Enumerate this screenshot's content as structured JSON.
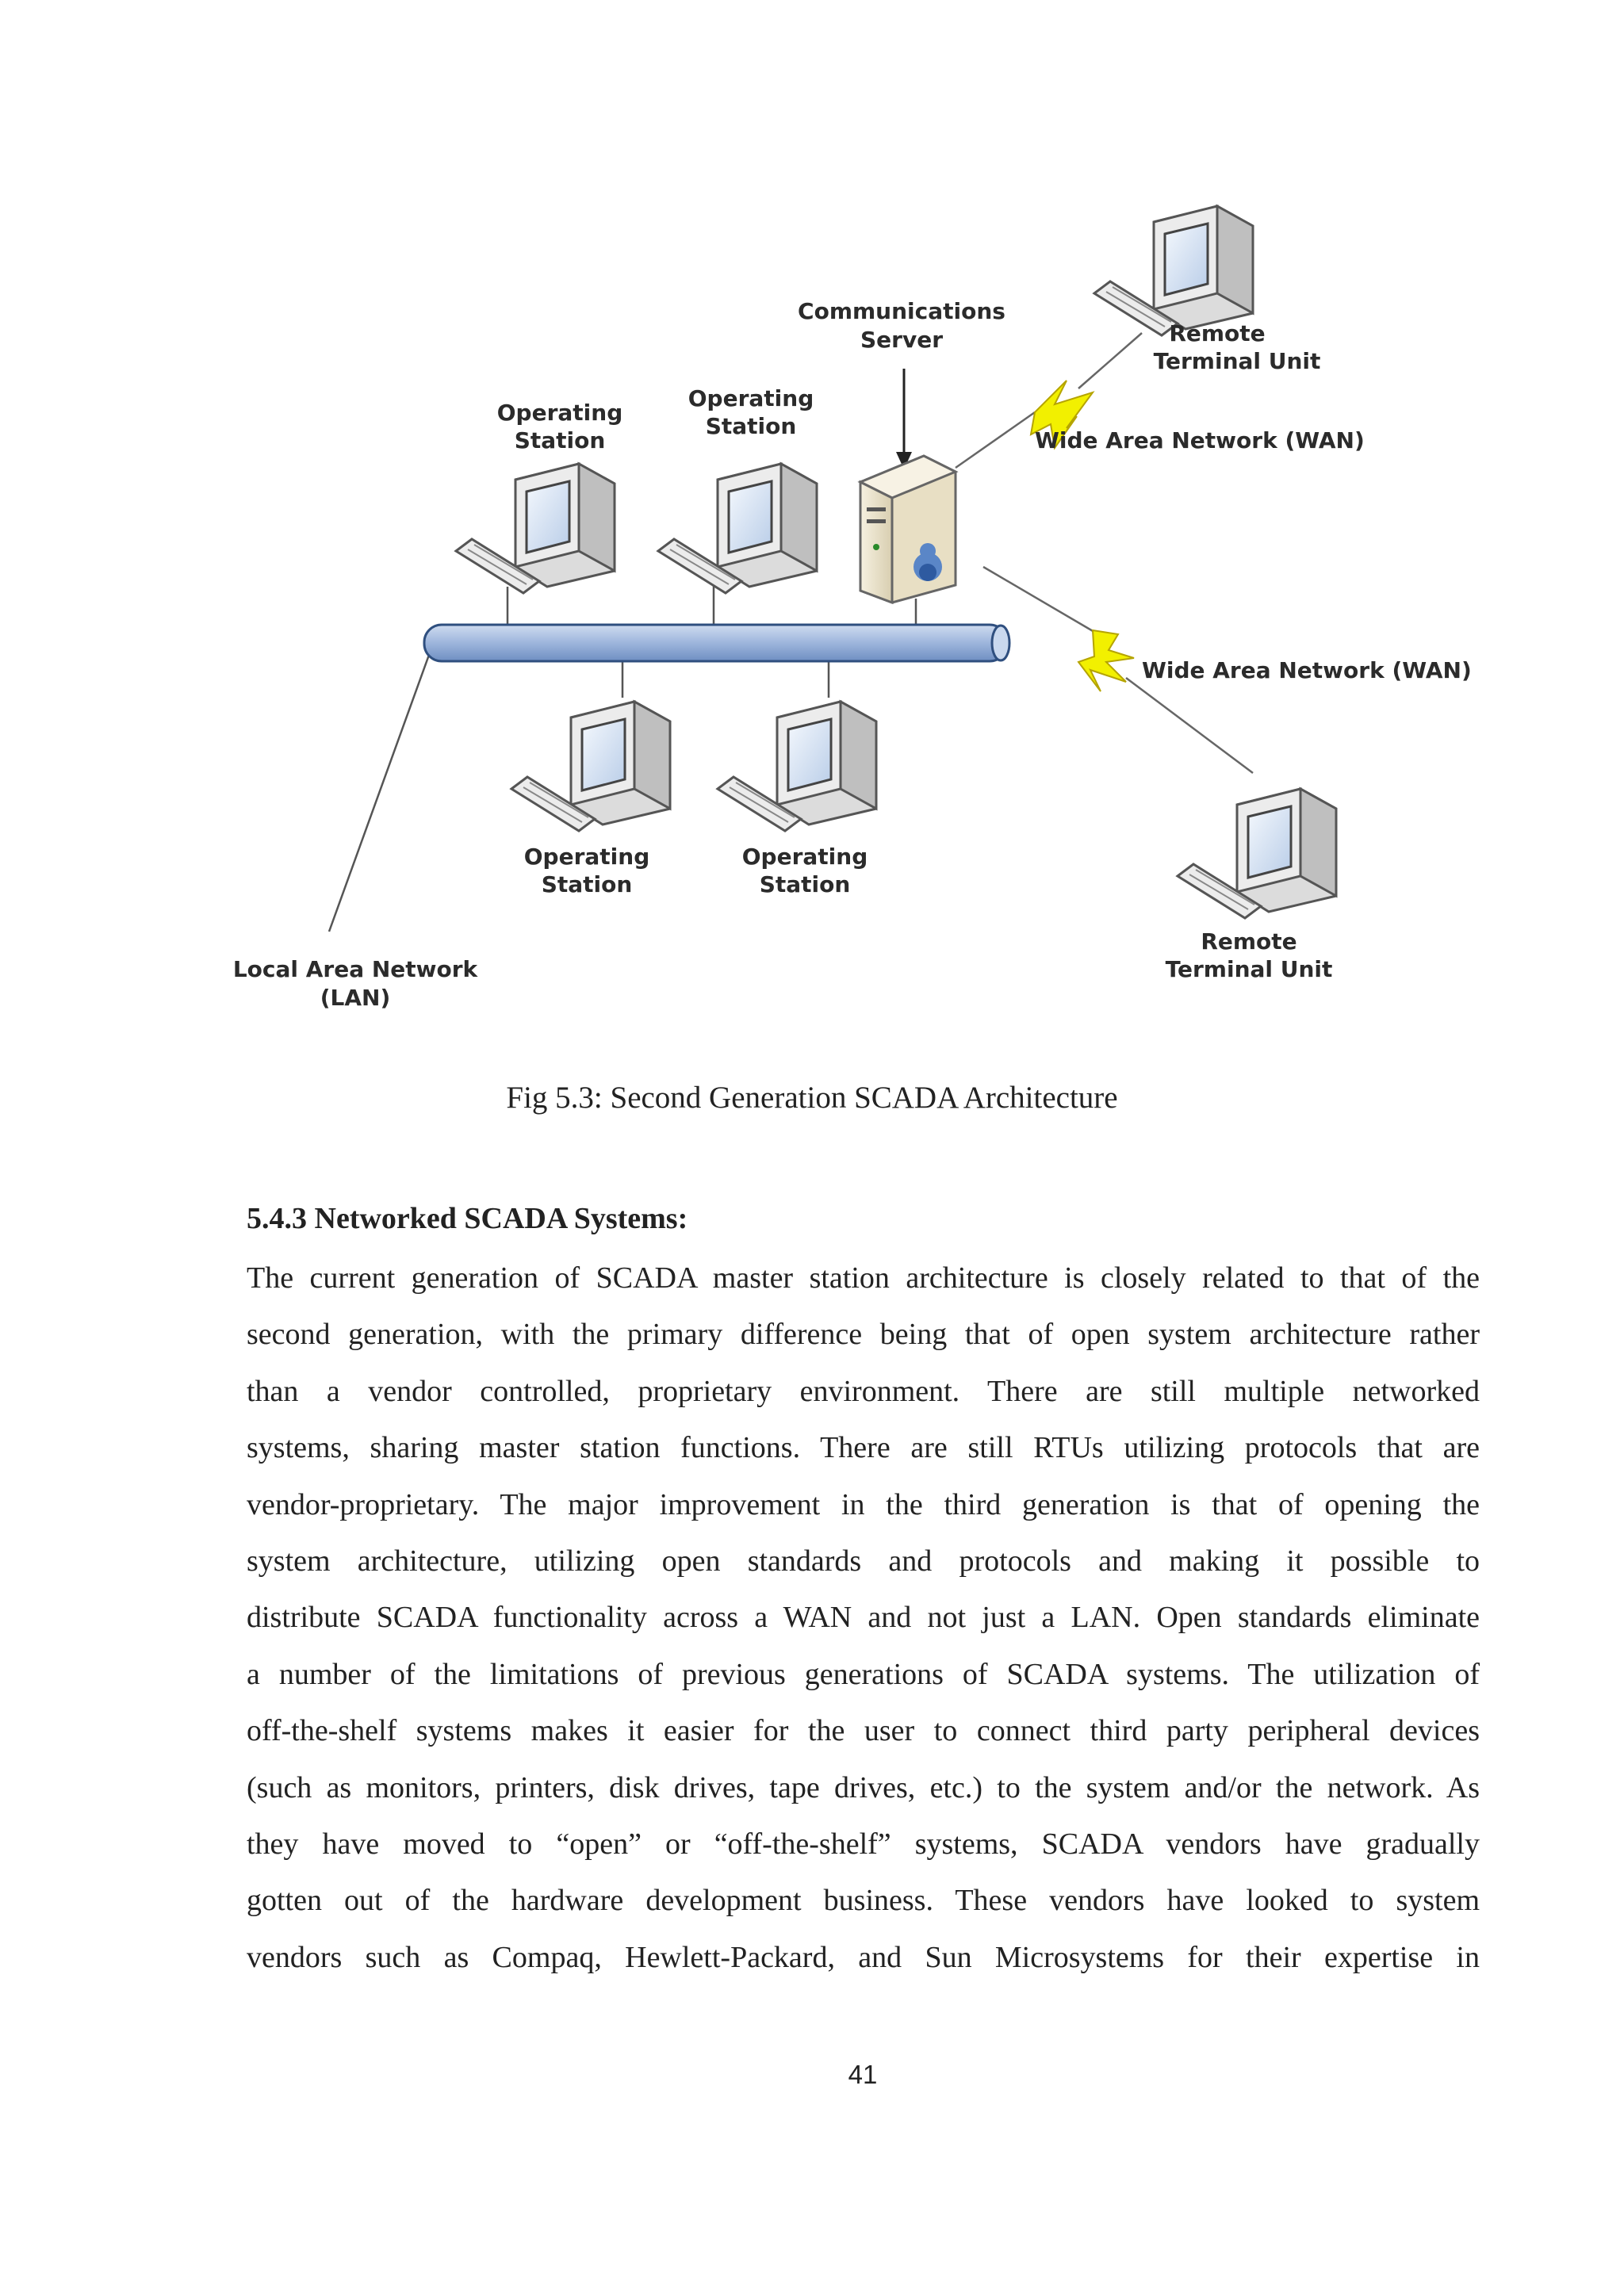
{
  "figure": {
    "labels": {
      "communications_server": [
        "Communications",
        "Server"
      ],
      "remote_terminal_unit_top": [
        "Remote",
        "Terminal Unit"
      ],
      "wan_top": "Wide Area Network (WAN)",
      "operating_station_1": [
        "Operating",
        "Station"
      ],
      "operating_station_2": [
        "Operating",
        "Station"
      ],
      "operating_station_3": [
        "Operating",
        "Station"
      ],
      "operating_station_4": [
        "Operating",
        "Station"
      ],
      "wan_bottom": "Wide Area Network (WAN)",
      "remote_terminal_unit_bottom": [
        "Remote",
        "Terminal Unit"
      ],
      "lan": [
        "Local Area Network",
        "(LAN)"
      ]
    },
    "caption": "Fig 5.3:  Second Generation  SCADA Architecture",
    "colors": {
      "lan_bus": "#9db5dc",
      "lightning": "#f2f000",
      "monitor_body": "#e3e3e3",
      "screen": "#d9e6f5"
    }
  },
  "section": {
    "heading": "5.4.3 Networked SCADA Systems:",
    "lines": [
      "The current generation of SCADA master station architecture is closely related to that of the",
      "second generation, with the primary difference being that of open system architecture rather",
      "than a vendor controlled, proprietary environment. There are still multiple networked",
      "systems, sharing master station functions. There are still RTUs utilizing protocols that are",
      "vendor-proprietary. The major improvement in the third generation is that of opening the",
      "system architecture, utilizing open standards and protocols and making it possible to",
      "distribute SCADA functionality across a WAN and not just a LAN. Open standards eliminate",
      "a number of the limitations of previous generations of SCADA systems. The utilization of",
      "off-the-shelf systems makes it easier for the user to connect third party peripheral devices",
      "(such as monitors, printers, disk drives, tape drives, etc.) to the system and/or the network. As",
      "they have moved to “open” or “off-the-shelf” systems, SCADA vendors have gradually",
      "gotten out of the hardware development business. These vendors have looked to system",
      "vendors such as Compaq, Hewlett-Packard, and Sun Microsystems for their expertise in"
    ]
  },
  "page_number": "41"
}
